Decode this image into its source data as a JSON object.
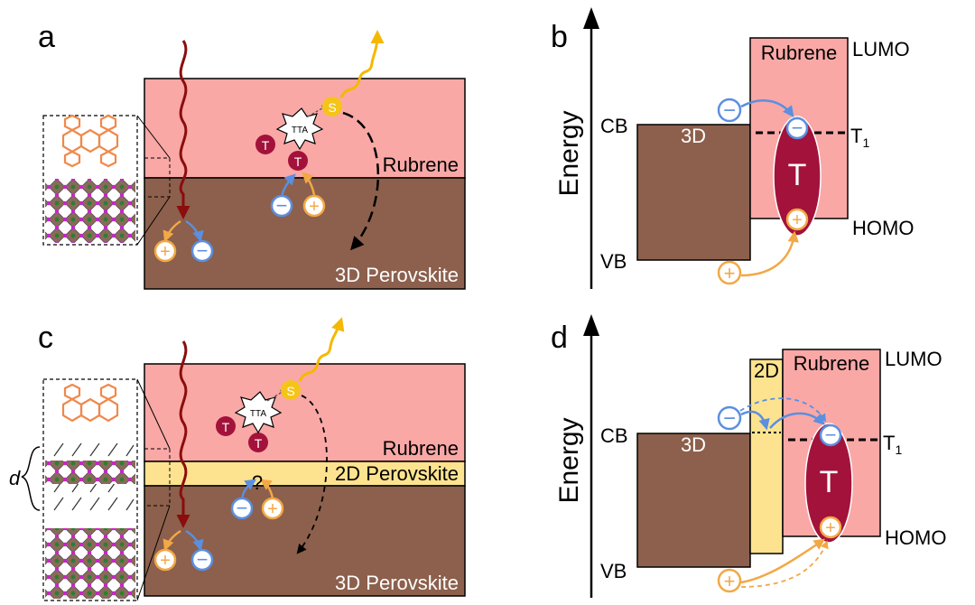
{
  "panels": {
    "a": {
      "label": "a",
      "top_layer": "Rubrene",
      "bottom_layer": "3D Perovskite",
      "tta": "TTA",
      "triplet": "T",
      "singlet": "S",
      "minus": "−",
      "plus": "+"
    },
    "b": {
      "label": "b",
      "energy_axis": "Energy",
      "cb": "CB",
      "vb": "VB",
      "perovskite_block": "3D",
      "rubrene_block": "Rubrene",
      "lumo": "LUMO",
      "homo": "HOMO",
      "t1": "T",
      "t1_sub": "1",
      "triplet": "T"
    },
    "c": {
      "label": "c",
      "top_layer": "Rubrene",
      "middle_layer": "2D Perovskite",
      "bottom_layer": "3D Perovskite",
      "tta": "TTA",
      "question": "?",
      "inset_spacing": "d"
    },
    "d": {
      "label": "d",
      "energy_axis": "Energy",
      "cb": "CB",
      "vb": "VB",
      "perovskite_block": "3D",
      "interlayer_block": "2D",
      "rubrene_block": "Rubrene",
      "lumo": "LUMO",
      "homo": "HOMO",
      "t1": "T",
      "t1_sub": "1",
      "triplet": "T"
    }
  },
  "colors": {
    "rubrene": "#f9a8a6",
    "perovskite3d": "#8c604c",
    "perovskite2d": "#fde38f",
    "triplet": "#a3123a",
    "singlet": "#f5c418",
    "electron": "#5b8fe0",
    "hole": "#f2a845",
    "photon_in": "#8b0d0d",
    "photon_out": "#f5b800"
  }
}
